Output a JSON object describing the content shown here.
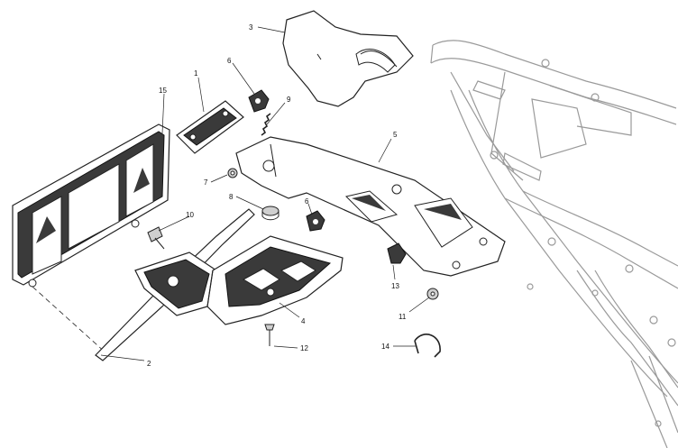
{
  "diagram": {
    "callouts": [
      {
        "id": "c1",
        "text": "1"
      },
      {
        "id": "c2",
        "text": "2"
      },
      {
        "id": "c3",
        "text": "3"
      },
      {
        "id": "c4",
        "text": "4"
      },
      {
        "id": "c5",
        "text": "5"
      },
      {
        "id": "c6",
        "text": "6"
      },
      {
        "id": "c6b",
        "text": "6"
      },
      {
        "id": "c7",
        "text": "7"
      },
      {
        "id": "c8",
        "text": "8"
      },
      {
        "id": "c9",
        "text": "9"
      },
      {
        "id": "c10",
        "text": "10"
      },
      {
        "id": "c11",
        "text": "11"
      },
      {
        "id": "c12",
        "text": "12"
      },
      {
        "id": "c13",
        "text": "13"
      },
      {
        "id": "c14",
        "text": "14"
      },
      {
        "id": "c15",
        "text": "15"
      }
    ]
  }
}
